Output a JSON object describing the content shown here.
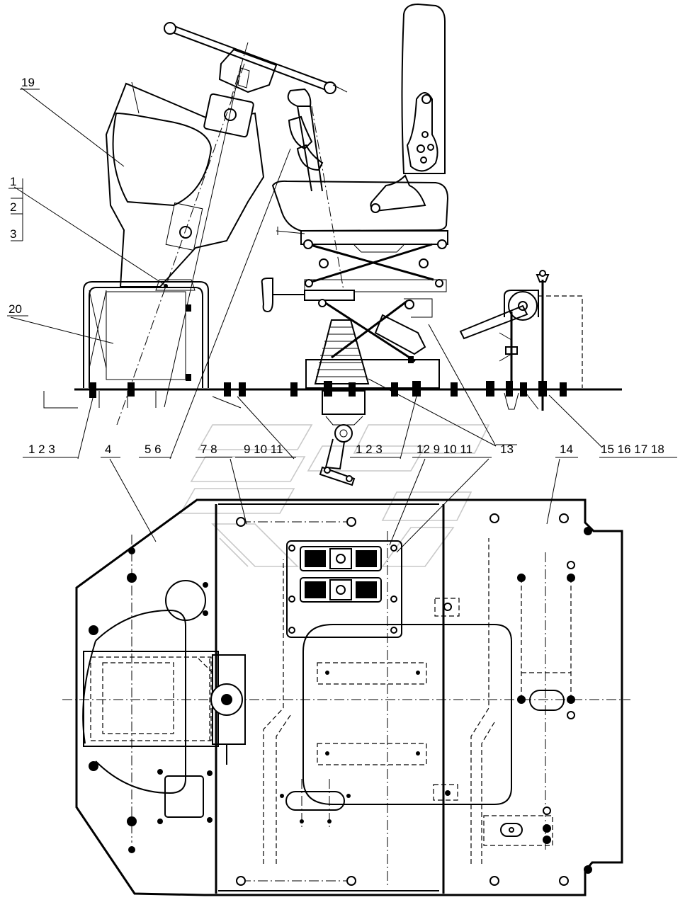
{
  "callouts": [
    {
      "id": "c19",
      "text": "19"
    },
    {
      "id": "c1a",
      "text": "1"
    },
    {
      "id": "c2a",
      "text": "2"
    },
    {
      "id": "c3a",
      "text": "3"
    },
    {
      "id": "c20",
      "text": "20"
    },
    {
      "id": "g1",
      "text": "1  2  3"
    },
    {
      "id": "g4",
      "text": "4"
    },
    {
      "id": "g56",
      "text": "5  6"
    },
    {
      "id": "g78",
      "text": "7  8"
    },
    {
      "id": "g911",
      "text": "9  10  11"
    },
    {
      "id": "g123b",
      "text": "1  2  3"
    },
    {
      "id": "g1211",
      "text": "12  9  10  11"
    },
    {
      "id": "g13",
      "text": "13"
    },
    {
      "id": "g14",
      "text": "14"
    },
    {
      "id": "g1518",
      "text": "15 16 17 18"
    }
  ]
}
